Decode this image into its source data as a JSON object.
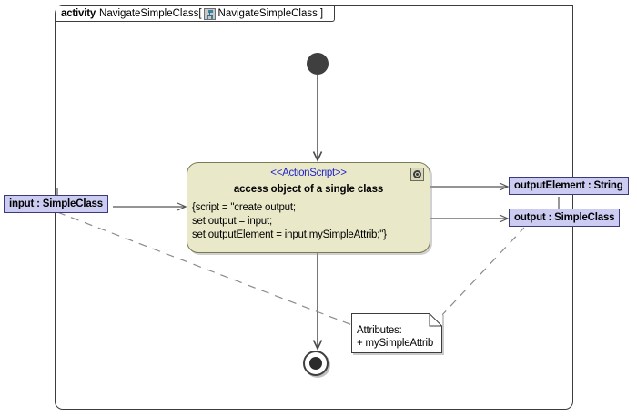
{
  "diagram": {
    "type": "uml-activity-diagram",
    "frame": {
      "keyword": "activity",
      "name": "NavigateSimpleClass",
      "bracket_open": "[",
      "icon": "activity-icon",
      "qualified_name": "NavigateSimpleClass",
      "bracket_close": "]"
    },
    "nodes": {
      "initial": {
        "name": "initial-node",
        "shape": "filled-circle",
        "color": "#3f3f3f"
      },
      "final": {
        "name": "activity-final-node",
        "shape": "circle-in-ring",
        "color": "#2b2b2b"
      },
      "action": {
        "stereotype": "<<ActionScript>>",
        "title": "access object of a single class",
        "script_lines": [
          "{script = \"create output;",
          "set output = input;",
          "set outputElement = input.mySimpleAttrib;\"}"
        ],
        "fill": "#e9e9c9",
        "border": "#7a7a55",
        "badge": "gear-icon"
      },
      "note": {
        "heading": "Attributes:",
        "attribute": "+ mySimpleAttrib"
      }
    },
    "pins": [
      {
        "id": "input",
        "label": "input : SimpleClass",
        "side": "left",
        "fill": "#ccccf2"
      },
      {
        "id": "outputElement",
        "label": "outputElement : String",
        "side": "right",
        "fill": "#ccccf2"
      },
      {
        "id": "output",
        "label": "output : SimpleClass",
        "side": "right",
        "fill": "#ccccf2"
      }
    ],
    "edges": [
      {
        "from": "initial-node",
        "to": "action",
        "style": "solid-arrow"
      },
      {
        "from": "action",
        "to": "activity-final-node",
        "style": "solid-arrow"
      },
      {
        "from": "input",
        "to": "action",
        "style": "solid-arrow"
      },
      {
        "from": "action",
        "to": "outputElement",
        "style": "solid-arrow"
      },
      {
        "from": "action",
        "to": "output",
        "style": "solid-arrow"
      },
      {
        "from": "input",
        "to": "note",
        "style": "dashed"
      },
      {
        "from": "note",
        "to": "output",
        "style": "dashed"
      }
    ],
    "colors": {
      "line": "#555555",
      "dashed": "#8a8a8a",
      "stereotype_text": "#2222cc",
      "background": "#ffffff"
    }
  }
}
